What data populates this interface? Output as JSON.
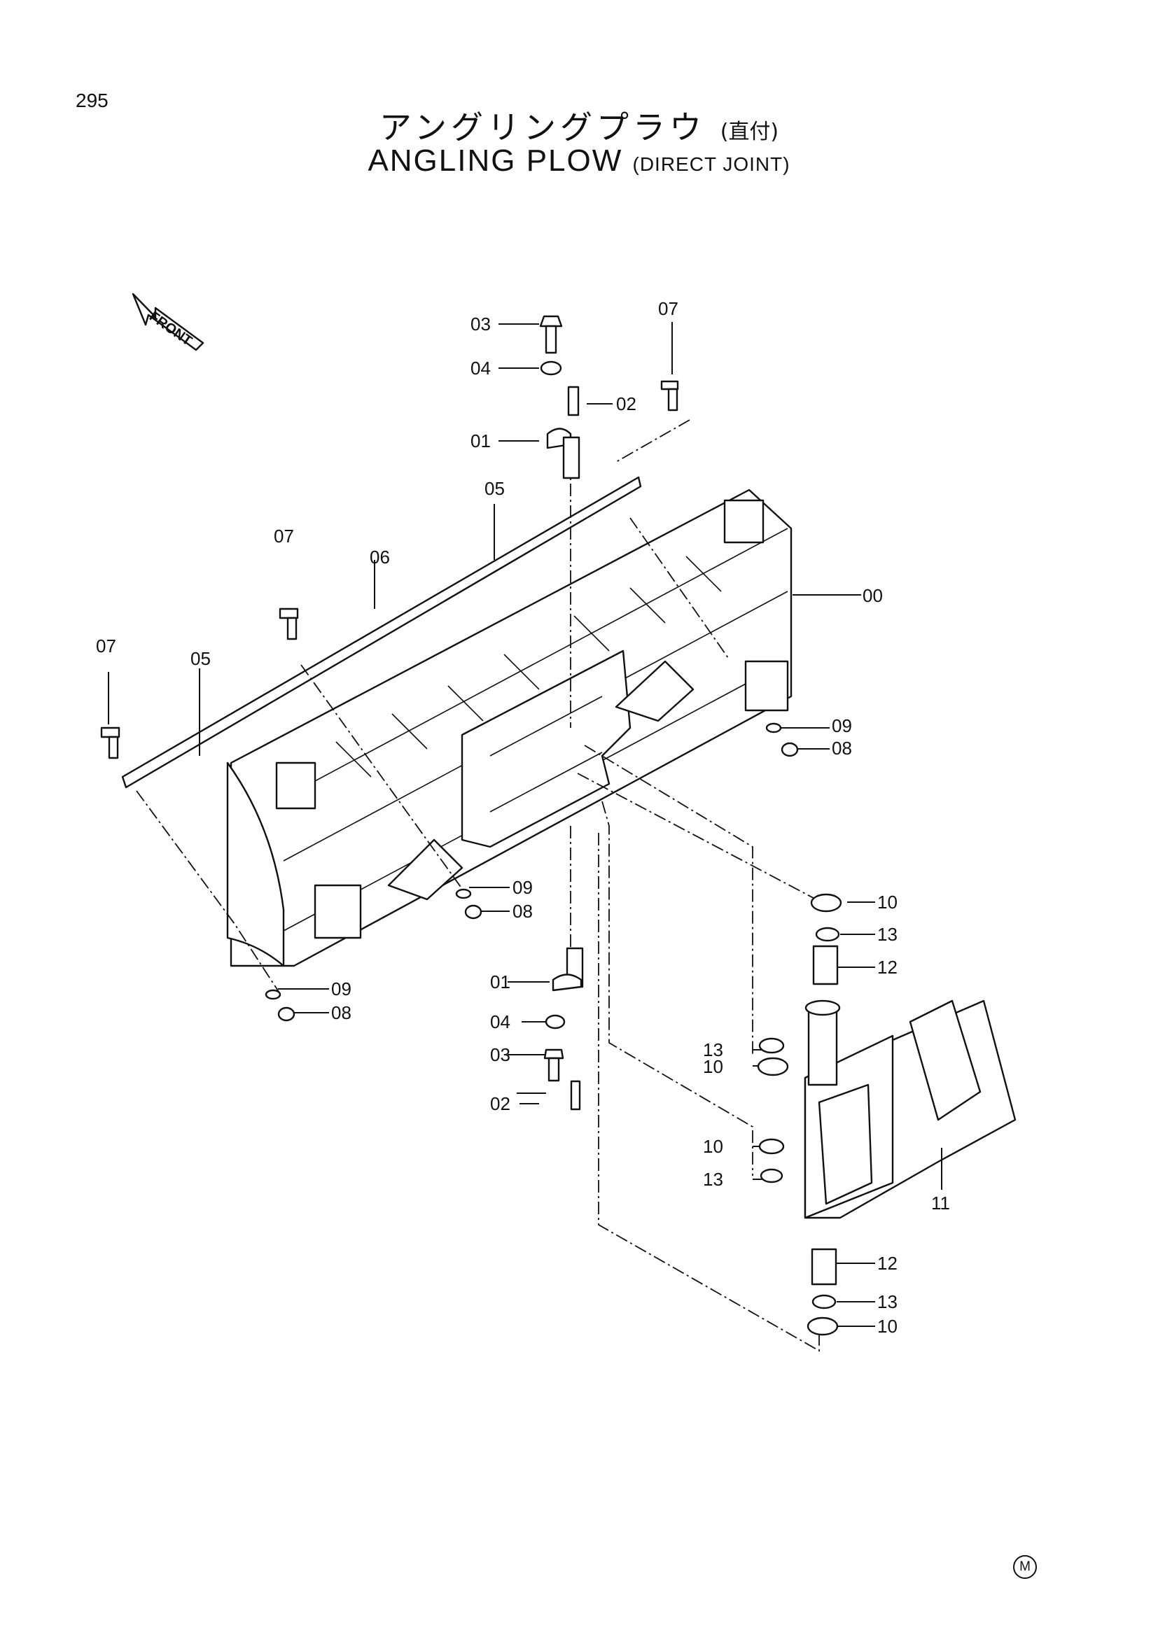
{
  "page": {
    "number": "295",
    "title_jp": "アングリングプラウ",
    "title_jp_sub": "(直付)",
    "title_en": "ANGLING  PLOW",
    "title_en_sub": "(DIRECT  JOINT)",
    "marker": "M"
  },
  "diagram": {
    "front_label": "FRONT",
    "callouts": {
      "c00": "00",
      "c01a": "01",
      "c02a": "02",
      "c03a": "03",
      "c04a": "04",
      "c05a": "05",
      "c05b": "05",
      "c06": "06",
      "c07a": "07",
      "c07b": "07",
      "c07c": "07",
      "c08a": "08",
      "c09a": "09",
      "c08b": "08",
      "c09b": "09",
      "c08c": "08",
      "c09c": "09",
      "c01b": "01",
      "c04b": "04",
      "c03b": "03",
      "c02b": "02",
      "c10a": "10",
      "c13a": "13",
      "c12a": "12",
      "c13b": "13",
      "c10b": "10",
      "c10c": "10",
      "c13c": "13",
      "c11": "11",
      "c12b": "12",
      "c13d": "13",
      "c10d": "10"
    }
  }
}
